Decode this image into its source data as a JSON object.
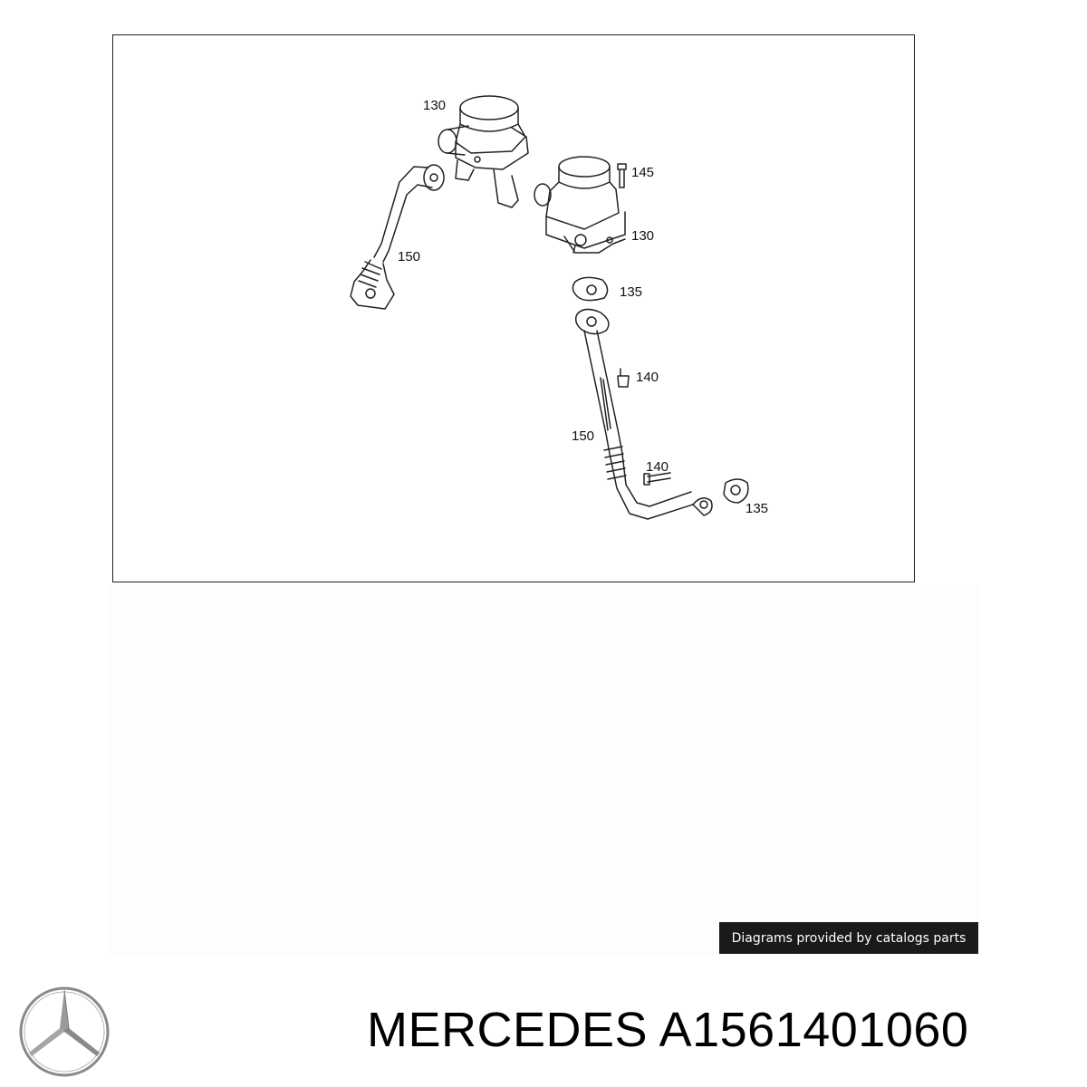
{
  "diagram": {
    "labels": {
      "upper_valve": "130",
      "bolt_top": "145",
      "lower_valve": "130",
      "left_pipe": "150",
      "gasket_mid": "135",
      "bolt_mid": "140",
      "right_pipe": "150",
      "bolt_low": "140",
      "gasket_low": "135"
    }
  },
  "credit": {
    "text": "Diagrams provided by catalogs parts"
  },
  "footer": {
    "brand": "MERCEDES",
    "part_number": "A1561401060"
  },
  "colors": {
    "line": "#222222",
    "credit_bg": "#1a1a1a",
    "logo": "#8a8a8a"
  },
  "icons": {
    "logo": "mercedes-star-icon"
  }
}
